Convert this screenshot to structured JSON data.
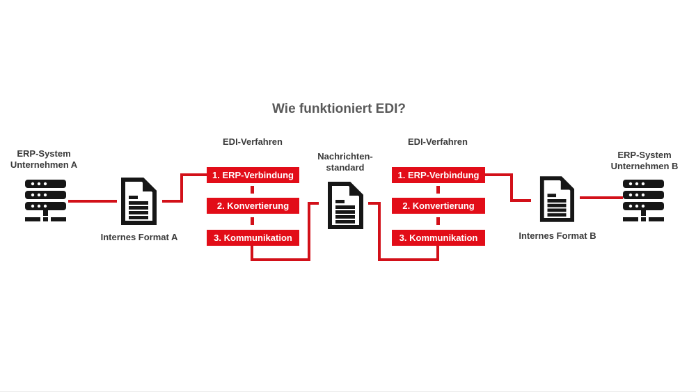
{
  "title": "Wie funktioniert EDI?",
  "diagram": {
    "left_company": {
      "erp_line1": "ERP-System",
      "erp_line2": "Unternehmen A",
      "format_label": "Internes Format A"
    },
    "left_process": {
      "title": "EDI-Verfahren",
      "steps": [
        "1. ERP-Verbindung",
        "2. Konvertierung",
        "3. Kommunikation"
      ]
    },
    "center_standard": {
      "line1": "Nachrichten-",
      "line2": "standard"
    },
    "right_process": {
      "title": "EDI-Verfahren",
      "steps": [
        "1. ERP-Verbindung",
        "2. Konvertierung",
        "3. Kommunikation"
      ]
    },
    "right_company": {
      "erp_line1": "ERP-System",
      "erp_line2": "Unternehmen B",
      "format_label": "Internes Format B"
    },
    "icons": {
      "server_a": "server-icon",
      "document_a": "document-icon",
      "document_center": "document-icon",
      "document_b": "document-icon",
      "server_b": "server-icon"
    }
  },
  "colors": {
    "box_red": "#e20d18",
    "connector_red": "#d21019",
    "icon_black": "#161616",
    "title_gray": "#595959",
    "label_gray": "#3a3a3a",
    "background": "#ffffff"
  }
}
